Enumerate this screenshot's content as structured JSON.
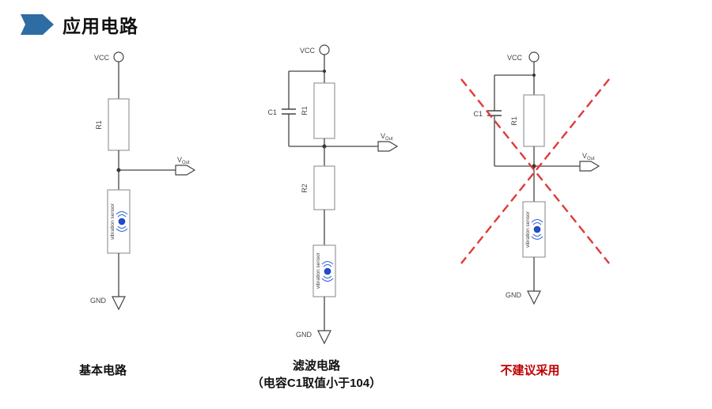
{
  "title": {
    "text": "应用电路"
  },
  "labels": {
    "vcc": "VCC",
    "gnd": "GND",
    "r1": "R1",
    "r2": "R2",
    "c1": "C1",
    "vout_main": "V",
    "vout_sub": "Out",
    "sensor": "vibration sensor"
  },
  "captions": {
    "basic": "基本电路",
    "filter_line1": "滤波电路",
    "filter_line2": "（电容C1取值小于104）",
    "not_recommended": "不建议采用"
  },
  "colors": {
    "title_accent": "#2e6da4",
    "wire": "#444444",
    "component_stroke": "#999999",
    "sensor_blue": "#1f4fd0",
    "cross_red": "#e03a3a",
    "caption_red": "#c00000"
  }
}
